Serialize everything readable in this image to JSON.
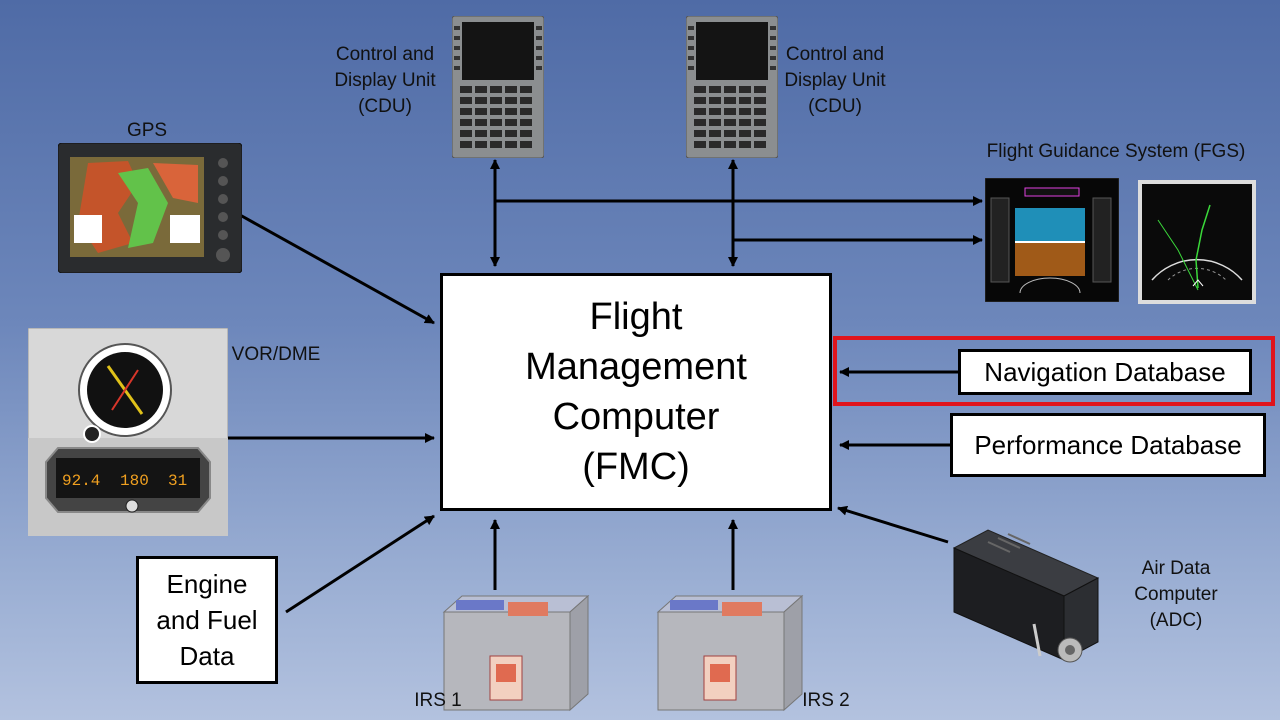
{
  "fmc": "Flight\nManagement\nComputer\n(FMC)",
  "cdu_left": "Control and\nDisplay Unit\n(CDU)",
  "cdu_right": "Control and\nDisplay Unit\n(CDU)",
  "gps": "GPS",
  "fgs": "Flight Guidance System (FGS)",
  "vor_dme": "VOR/DME",
  "nav_db": "Navigation Database",
  "perf_db": "Performance Database",
  "engine": "Engine\nand Fuel\nData",
  "adc": "Air Data\nComputer\n(ADC)",
  "irs1": "IRS 1",
  "irs2": "IRS 2",
  "vor_readout": {
    "freq": "92.4",
    "course": "180",
    "dist": "31"
  },
  "colors": {
    "highlight": "#e0141c",
    "background_top": "#4f6ba6",
    "background_bottom": "#b3c2df"
  }
}
